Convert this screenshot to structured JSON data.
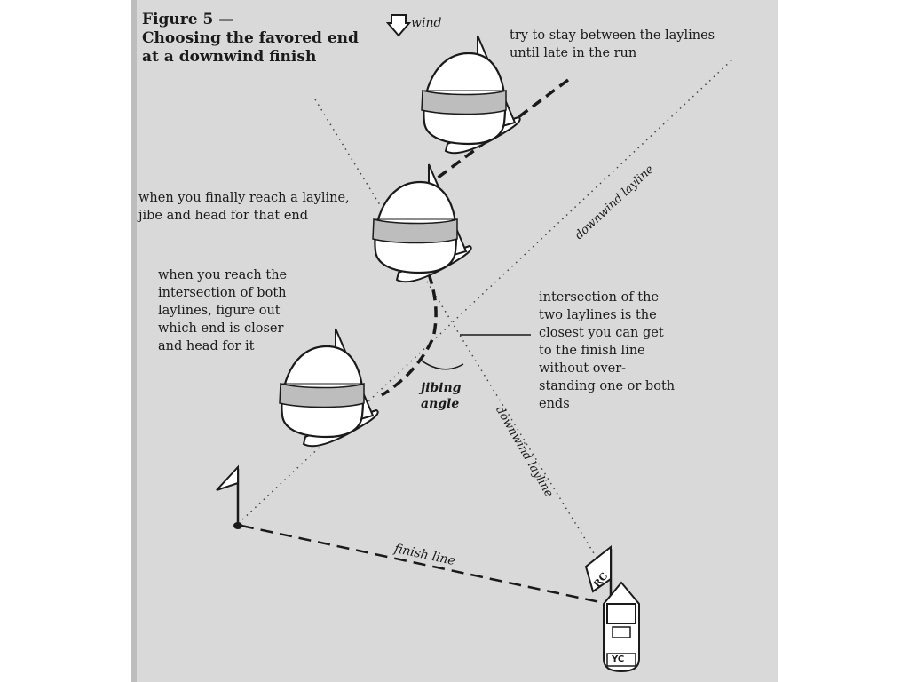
{
  "figure": {
    "title_line1": "Figure 5 —",
    "title_line2": "Choosing the favored end",
    "title_line3": "at a downwind finish"
  },
  "labels": {
    "wind": "wind",
    "stay_between_line1": "try to stay between the laylines",
    "stay_between_line2": "until late in the run",
    "reach_layline_line1": "when you finally reach a layline,",
    "reach_layline_line2": "jibe and head for that end",
    "reach_intersection_line1": "when you reach the",
    "reach_intersection_line2": "intersection of both",
    "reach_intersection_line3": "laylines, figure out",
    "reach_intersection_line4": "which end is closer",
    "reach_intersection_line5": "and head for it",
    "intersection_line1": "intersection of the",
    "intersection_line2": "two laylines is the",
    "intersection_line3": "closest you can get",
    "intersection_line4": "to the finish line",
    "intersection_line5": "without over-",
    "intersection_line6": "standing one or both",
    "intersection_line7": "ends",
    "jibing_line1": "jibing",
    "jibing_line2": "angle",
    "downwind_layline_upper": "downwind layline",
    "downwind_layline_lower": "downwind layline",
    "finish_line": "finish line",
    "rc_flag": "RC",
    "yc_boat": "YC"
  },
  "icons": {
    "wind_arrow": "down-arrow-icon",
    "pin_flag": "flag-icon",
    "rc_flag": "flag-icon",
    "committee_boat": "boat-icon",
    "sailboat": "sailboat-icon"
  }
}
